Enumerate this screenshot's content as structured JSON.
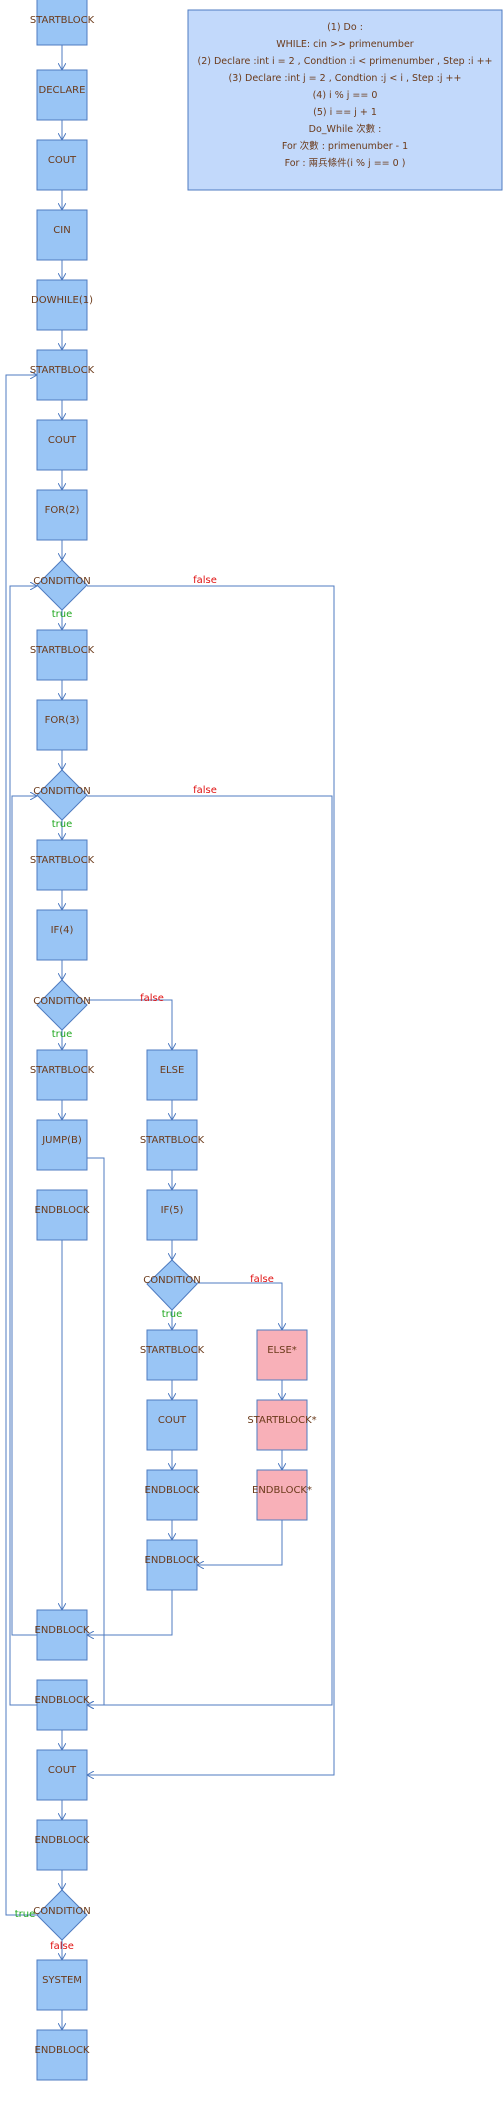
{
  "notes": [
    "(1) Do :",
    "WHILE: cin >> primenumber",
    "(2)  Declare :int i = 2  , Condtion :i < primenumber , Step :i ++",
    "(3)  Declare :int j = 2  , Condtion :j < i , Step :j ++",
    "(4) i % j == 0",
    "(5) i == j + 1",
    "Do_While 次數 :",
    "For 次數 : primenumber - 1",
    "For : 兩兵條件(i % j == 0 )"
  ],
  "nodes": {
    "n1": "STARTBLOCK",
    "n2": "DECLARE",
    "n3": "COUT",
    "n4": "CIN",
    "n5": "DOWHILE(1)",
    "n6": "STARTBLOCK",
    "n7": "COUT",
    "n8": "FOR(2)",
    "c1": "CONDITION",
    "n9": "STARTBLOCK",
    "n10": "FOR(3)",
    "c2": "CONDITION",
    "n11": "STARTBLOCK",
    "n12": "IF(4)",
    "c3": "CONDITION",
    "n13": "STARTBLOCK",
    "n14": "JUMP(B)",
    "n15": "ENDBLOCK",
    "n16": "ELSE",
    "n17": "STARTBLOCK",
    "n18": "IF(5)",
    "c4": "CONDITION",
    "n19": "STARTBLOCK",
    "n20": "COUT",
    "n21": "ENDBLOCK",
    "n22": "ENDBLOCK",
    "p1": "ELSE*",
    "p2": "STARTBLOCK*",
    "p3": "ENDBLOCK*",
    "n23": "ENDBLOCK",
    "n24": "ENDBLOCK",
    "n25": "COUT",
    "n26": "ENDBLOCK",
    "c5": "CONDITION",
    "n27": "SYSTEM",
    "n28": "ENDBLOCK"
  },
  "edge_labels": {
    "c1_true": "true",
    "c1_false": "false",
    "c2_true": "true",
    "c2_false": "false",
    "c3_true": "true",
    "c3_false": "false",
    "c4_true": "true",
    "c4_false": "false",
    "c5_true": "true",
    "c5_false": "false"
  }
}
